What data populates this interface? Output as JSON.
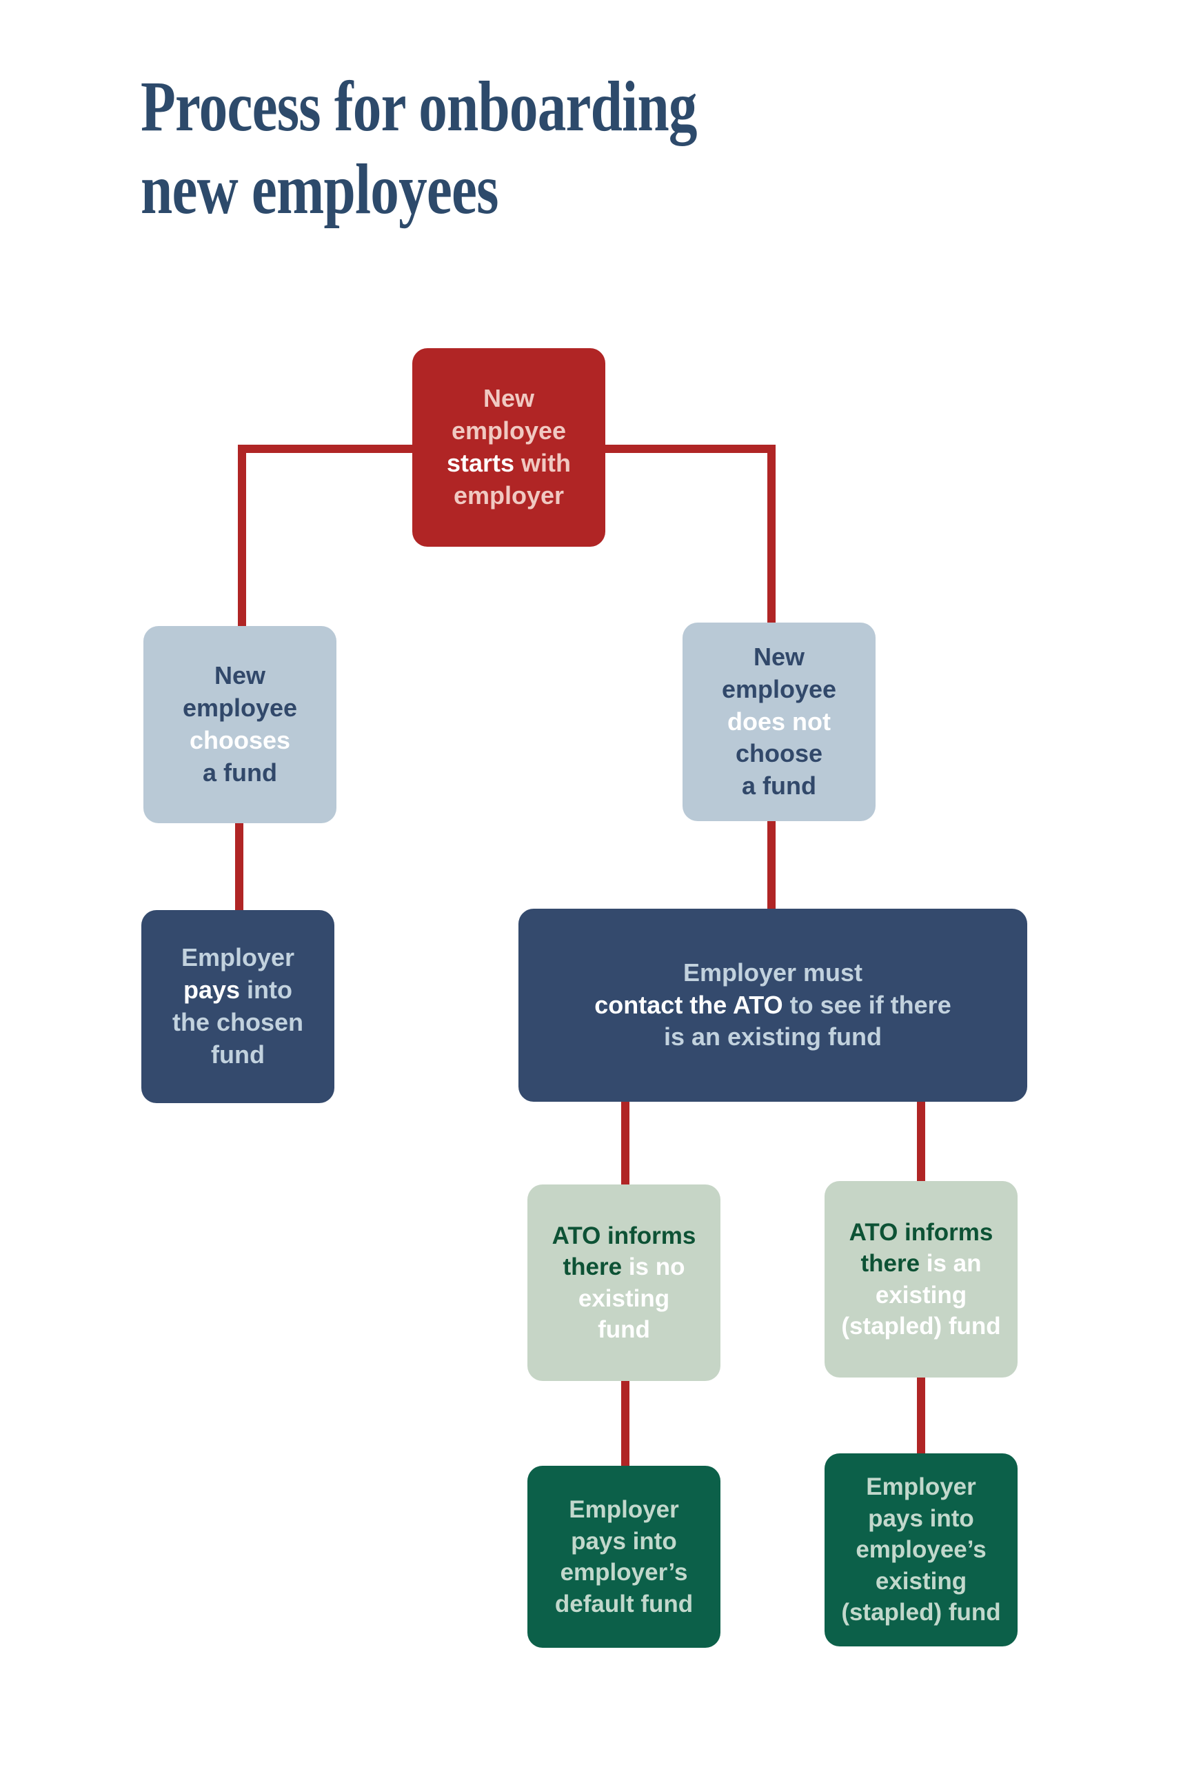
{
  "page": {
    "title_line1": "Process for onboarding",
    "title_line2": "new employees",
    "background": "#ffffff"
  },
  "colors": {
    "title_navy": "#2d4a6b",
    "connector_red": "#b02525",
    "node_red": "#b02525",
    "node_light_blue": "#b9c9d6",
    "node_navy": "#344a6d",
    "node_pale_green": "#c6d5c6",
    "node_dark_green": "#0c6049"
  },
  "flow": {
    "type": "flowchart",
    "nodes": [
      {
        "id": "start",
        "style": "red",
        "text_html": "New<br>employee<br><b>starts</b> with<br>employer",
        "plain_text": "New employee starts with employer",
        "emphasis": [
          "starts"
        ]
      },
      {
        "id": "chooses",
        "style": "light-blue",
        "text_html": "New<br>employee<br><b>chooses</b><br>a fund",
        "plain_text": "New employee chooses a fund",
        "emphasis": [
          "chooses"
        ]
      },
      {
        "id": "not-choose",
        "style": "light-blue",
        "text_html": "New<br>employee<br><b>does not</b><br>choose<br>a fund",
        "plain_text": "New employee does not choose a fund",
        "emphasis": [
          "does not"
        ]
      },
      {
        "id": "pays-chosen",
        "style": "navy",
        "text_html": "Employer<br><b>pays</b> into<br>the chosen<br>fund",
        "plain_text": "Employer pays into the chosen fund",
        "emphasis": [
          "pays"
        ]
      },
      {
        "id": "contact-ato",
        "style": "navy",
        "text_html": "Employer must<br><b>contact the ATO</b> to see if there<br>is an existing fund",
        "plain_text": "Employer must contact the ATO to see if there is an existing fund",
        "emphasis": [
          "contact the ATO"
        ]
      },
      {
        "id": "no-fund",
        "style": "pale-green",
        "text_html": "ATO informs<br>there <b>is no</b><br><b>existing</b><br><b>fund</b>",
        "plain_text": "ATO informs there is no existing fund",
        "emphasis": [
          "is no existing fund"
        ]
      },
      {
        "id": "stapled-fund",
        "style": "pale-green",
        "text_html": "ATO informs<br>there <b>is an</b><br><b>existing</b><br><b>(stapled) fund</b>",
        "plain_text": "ATO informs there is an existing (stapled) fund",
        "emphasis": [
          "is an existing (stapled) fund"
        ]
      },
      {
        "id": "default-fund",
        "style": "dark-green",
        "text_html": "Employer<br>pays into<br>employer’s<br>default fund",
        "plain_text": "Employer pays into employer’s default fund",
        "emphasis": []
      },
      {
        "id": "existing-fund",
        "style": "dark-green",
        "text_html": "Employer<br>pays into<br>employee’s<br>existing<br>(stapled) fund",
        "plain_text": "Employer pays into employee’s existing (stapled) fund",
        "emphasis": []
      }
    ],
    "edges": [
      {
        "from": "start",
        "to": "chooses"
      },
      {
        "from": "start",
        "to": "not-choose"
      },
      {
        "from": "chooses",
        "to": "pays-chosen"
      },
      {
        "from": "not-choose",
        "to": "contact-ato"
      },
      {
        "from": "contact-ato",
        "to": "no-fund"
      },
      {
        "from": "contact-ato",
        "to": "stapled-fund"
      },
      {
        "from": "no-fund",
        "to": "default-fund"
      },
      {
        "from": "stapled-fund",
        "to": "existing-fund"
      }
    ]
  }
}
